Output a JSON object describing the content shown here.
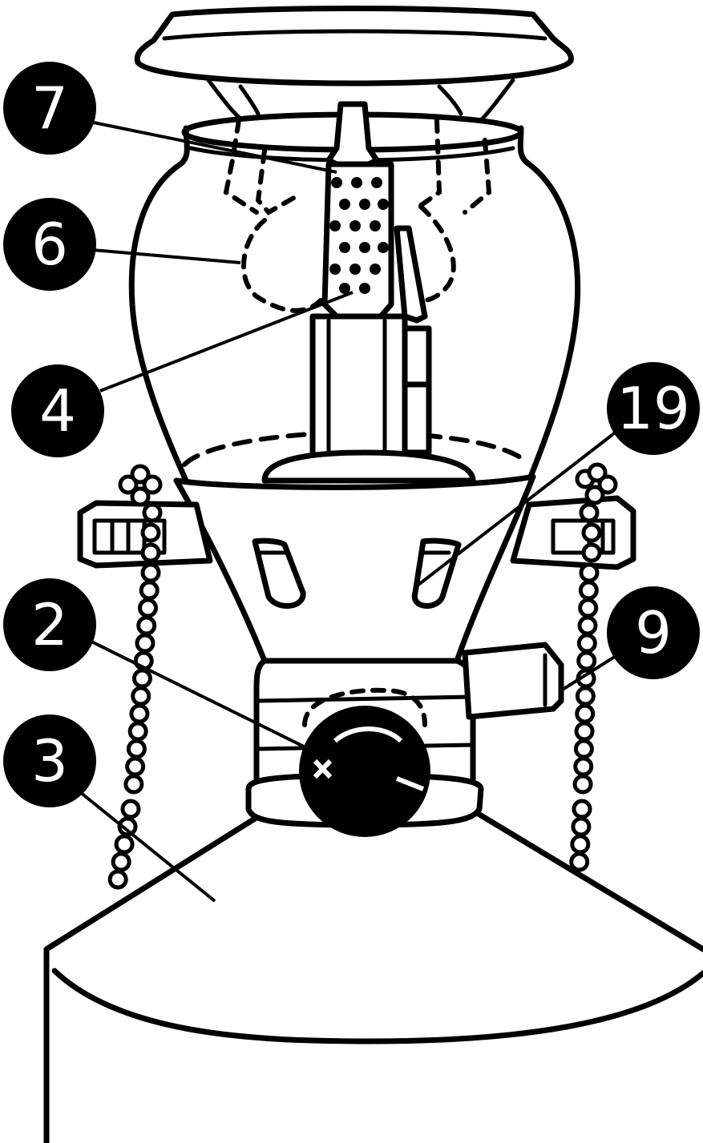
{
  "callouts": [
    {
      "id": "c7",
      "number": "7"
    },
    {
      "id": "c6",
      "number": "6"
    },
    {
      "id": "c4",
      "number": "4"
    },
    {
      "id": "c19",
      "number": "19"
    },
    {
      "id": "c2",
      "number": "2"
    },
    {
      "id": "c9",
      "number": "9"
    },
    {
      "id": "c3",
      "number": "3"
    }
  ],
  "colors": {
    "ink": "#000000",
    "paper": "#ffffff"
  },
  "icons": [
    "lantern-illustration",
    "control-knob-icon",
    "plus-icon",
    "minus-icon"
  ]
}
